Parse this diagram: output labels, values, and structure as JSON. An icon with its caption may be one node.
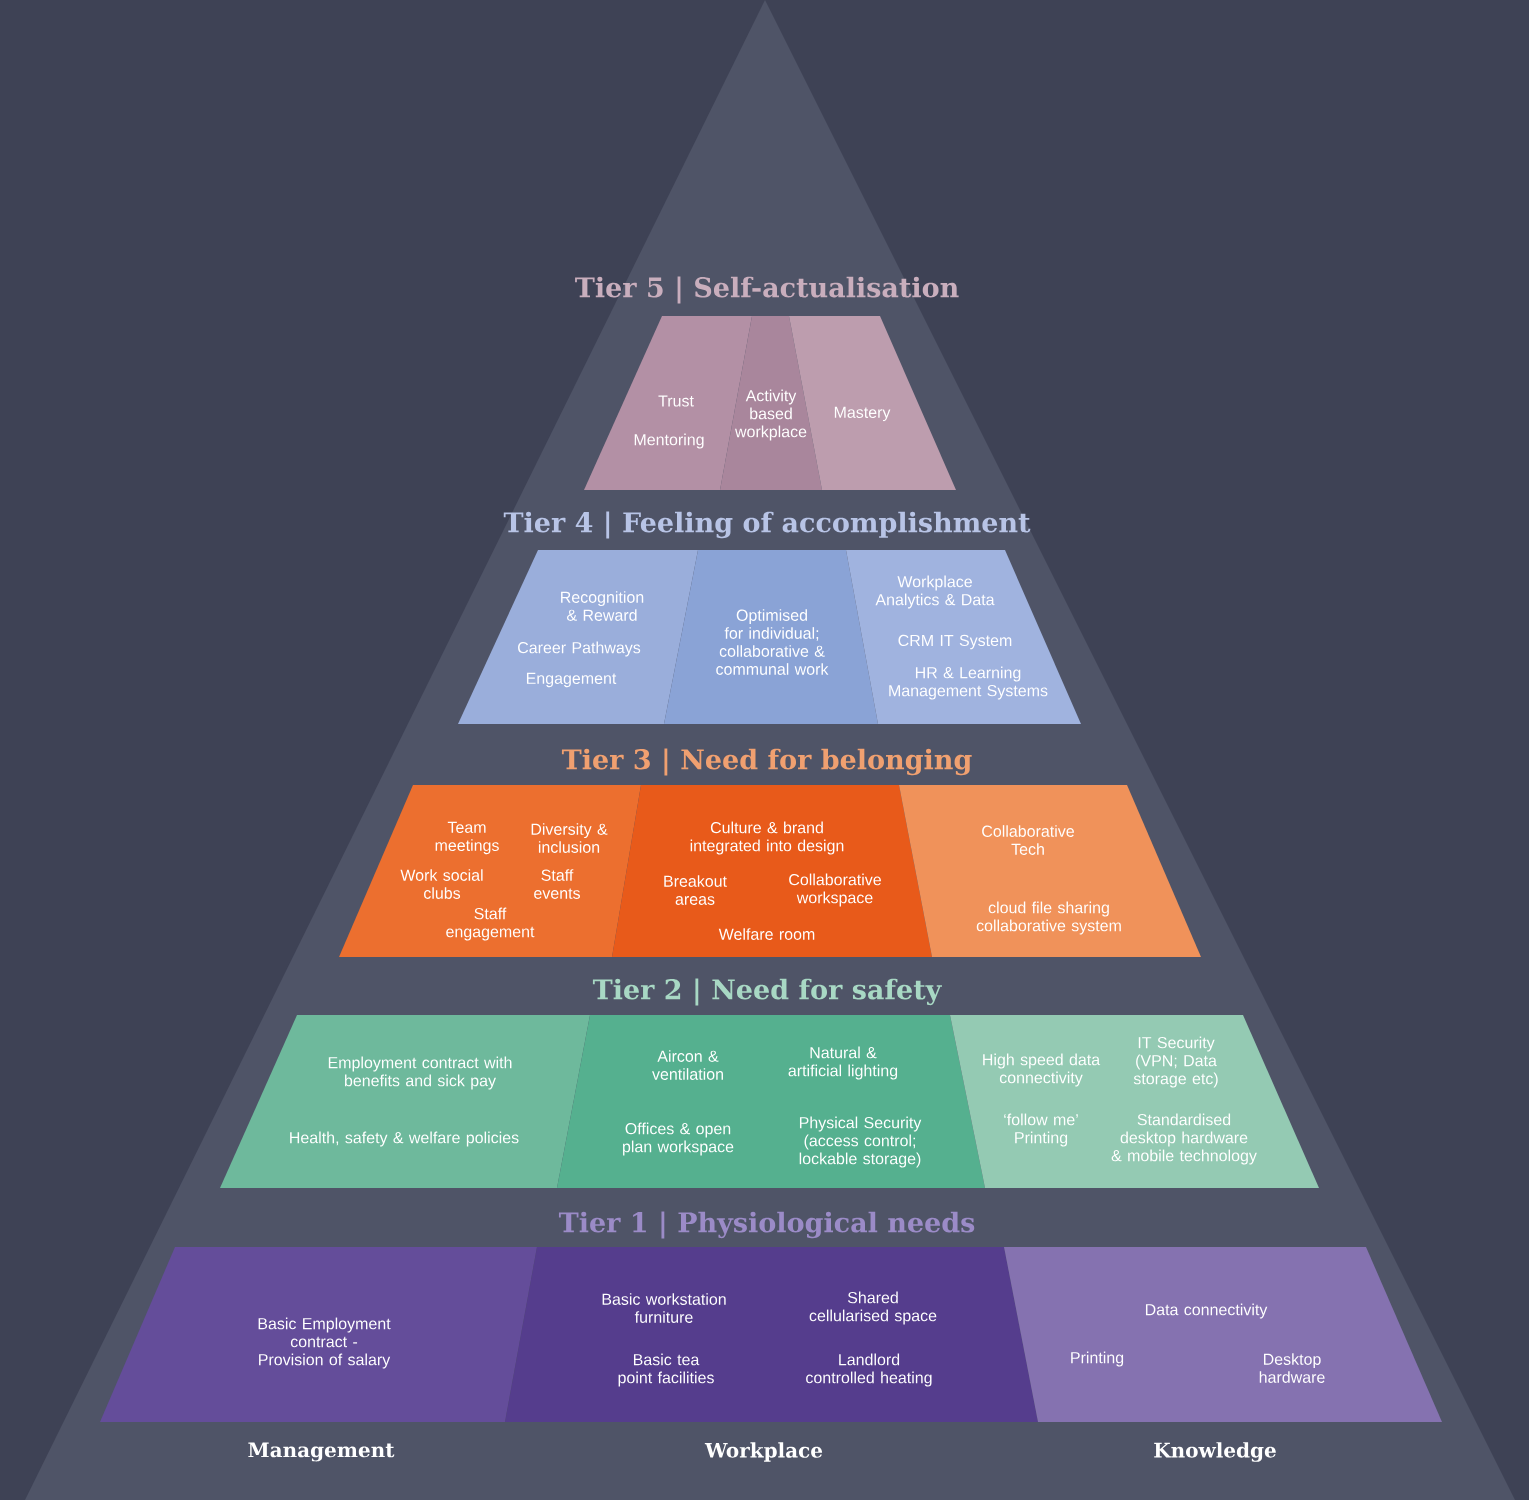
{
  "diagram": {
    "nodes": [
      {
        "text": [
          "Trust",
          "Mentoring"
        ]
      },
      {
        "text": [
          "Activity based workplace"
        ]
      },
      {
        "text": [
          "Mastery"
        ]
      },
      {
        "text": [
          "Recognition & Reward",
          "Career Pathways",
          "Engagement"
        ]
      },
      {
        "text": [
          "Optimised for individual; collaborative & communal work"
        ]
      },
      {
        "text": [
          "Workplace Analytics & Data",
          "CRM IT System",
          "HR & Learning Management Systems"
        ]
      },
      {
        "text": [
          "Team meetings",
          "Diversity & inclusion",
          "Work social clubs",
          "Staff events",
          "Staff engagement"
        ]
      },
      {
        "text": [
          "Culture & brand integrated into design",
          "Breakout areas",
          "Collaborative workspace",
          "Welfare room"
        ]
      },
      {
        "text": [
          "Collaborative Tech",
          "cloud file sharing collaborative system"
        ]
      },
      {
        "text": [
          "Employment contract with benefits and sick pay",
          "Health, safety & welfare policies"
        ]
      },
      {
        "text": [
          "Aircon & ventilation",
          "Natural & artificial lighting",
          "Offices & open plan workspace",
          "Physical Security (access control; lockable storage)"
        ]
      },
      {
        "text": [
          "High speed data connectivity",
          "IT Security (VPN; Data storage etc)",
          "‘follow me’ Printing",
          "Standardised desktop hardware & mobile technology"
        ]
      },
      {
        "text": [
          "Basic Employment contract - Provision of salary"
        ]
      },
      {
        "text": [
          "Basic workstation furniture",
          "Shared cellularised space",
          "Basic tea point facilities",
          "Landlord controlled heating"
        ]
      },
      {
        "text": [
          "Data connectivity",
          "Printing",
          "Desktop hardware"
        ]
      }
    ],
    "labels": [
      "Tier 5 | Self-actualisation",
      "Tier 4 | Feeling of accomplishment",
      "Tier 3 | Need for belonging",
      "Tier 2 | Need for safety",
      "Tier 1 | Physiological needs",
      "Management",
      "Workplace",
      "Knowledge"
    ]
  }
}
